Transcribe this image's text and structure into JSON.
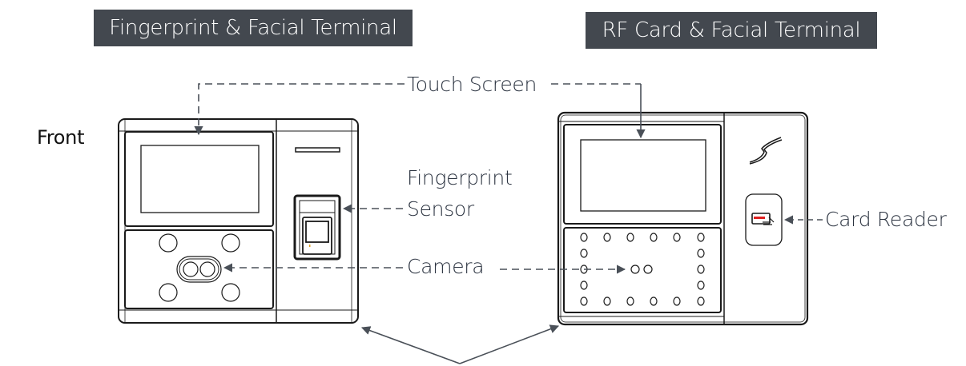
{
  "titles": {
    "left": "Fingerprint & Facial Terminal",
    "right": "RF Card & Facial Terminal"
  },
  "view_label": "Front",
  "callouts": {
    "touch_screen": "Touch Screen",
    "fingerprint_sensor_line1": "Fingerprint",
    "fingerprint_sensor_line2": "Sensor",
    "camera": "Camera",
    "card_reader": "Card Reader"
  },
  "colors": {
    "title_bg": "#43484f",
    "title_text": "#ffffff",
    "label_text": "#2b3340",
    "leader_line": "#4a5058",
    "outline": "#1a1a1a",
    "card_icon_accent": "#e02020"
  },
  "devices": [
    {
      "name": "Fingerprint & Facial Terminal",
      "components": [
        "touch-screen",
        "fingerprint-sensor",
        "camera",
        "ir-lights"
      ],
      "ir_light_count": 4,
      "camera_lens_count": 2
    },
    {
      "name": "RF Card & Facial Terminal",
      "components": [
        "touch-screen",
        "card-reader",
        "camera",
        "ir-led-ring",
        "logo"
      ],
      "ir_led_count": 20,
      "camera_lens_count": 2
    }
  ]
}
